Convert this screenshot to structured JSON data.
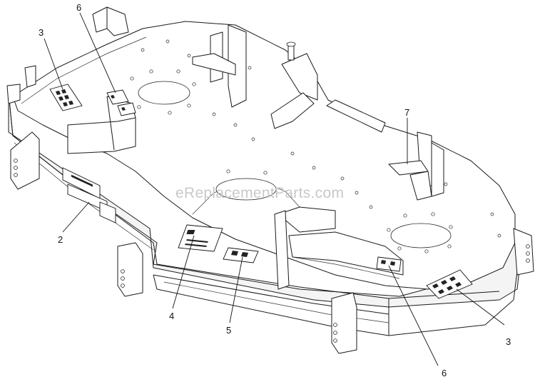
{
  "watermark": "eReplacementParts.com",
  "callouts": {
    "c3_left": "3",
    "c6_top": "6",
    "c7": "7",
    "c2": "2",
    "c4": "4",
    "c5": "5",
    "c3_right": "3",
    "c6_bottom": "6"
  }
}
